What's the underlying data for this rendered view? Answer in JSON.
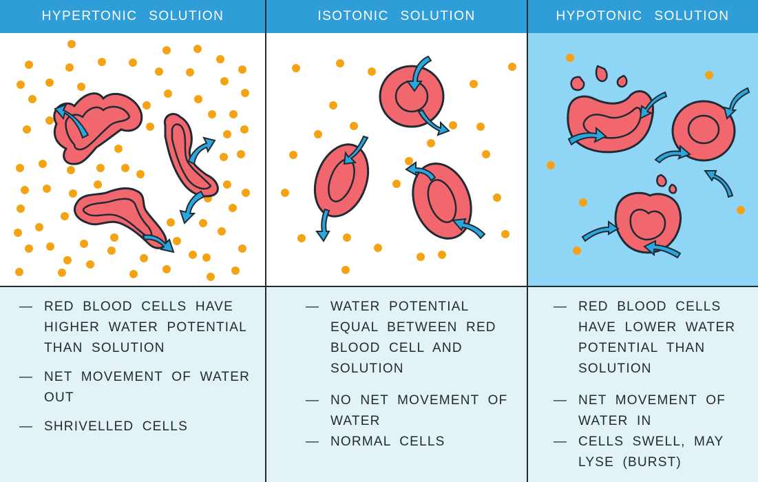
{
  "panels": [
    {
      "title": "HYPERTONIC SOLUTION",
      "notes": [
        "RED BLOOD CELLS HAVE HIGHER WATER POTENTIAL THAN SOLUTION",
        "NET MOVEMENT OF WATER OUT",
        "SHRIVELLED CELLS"
      ],
      "background": "#ffffff"
    },
    {
      "title": "ISOTONIC SOLUTION",
      "notes": [
        "WATER POTENTIAL EQUAL BETWEEN RED BLOOD CELL AND SOLUTION",
        "NO NET MOVEMENT OF WATER",
        "NORMAL CELLS"
      ],
      "background": "#ffffff"
    },
    {
      "title": "HYPOTONIC SOLUTION",
      "notes": [
        "RED BLOOD CELLS HAVE LOWER WATER POTENTIAL THAN SOLUTION",
        "NET MOVEMENT OF WATER IN",
        "CELLS SWELL, MAY LYSE (BURST)"
      ],
      "background": "#8fd5f5"
    }
  ],
  "colors": {
    "header": "#2f9ed8",
    "notes_bg": "#e3f3f5",
    "cell": "#f2666e",
    "cell_outline": "#1f2a33",
    "solute": "#f5a314",
    "arrow": "#2aa7dd",
    "hypotonic_bg": "#8fd5f5"
  }
}
